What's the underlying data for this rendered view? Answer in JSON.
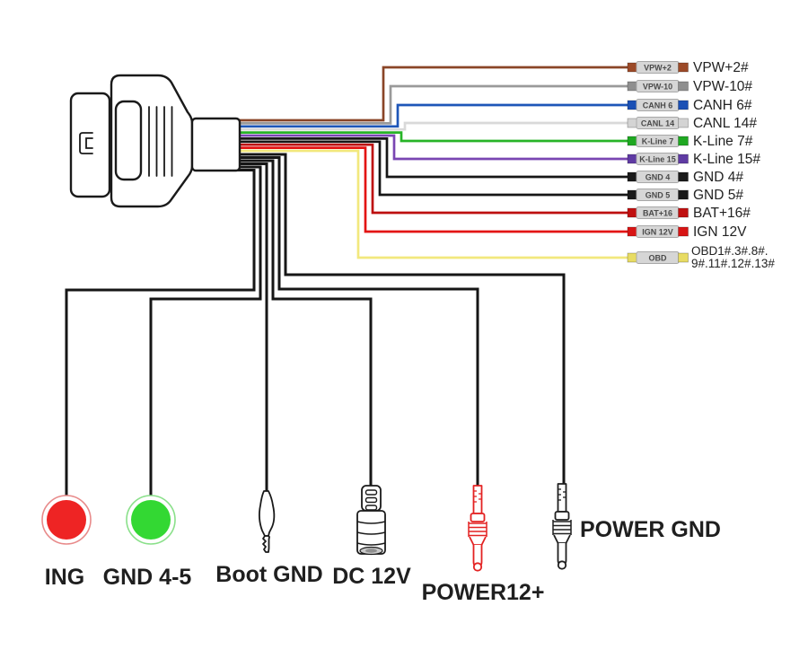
{
  "right_terminals": [
    {
      "sleeve_label": "VPW+2",
      "label": "VPW+2#",
      "crimp_color": "#9c4a28",
      "wire_color": "#8a4527"
    },
    {
      "sleeve_label": "VPW-10",
      "label": "VPW-10#",
      "crimp_color": "#8f8f8f",
      "wire_color": "#9a9a9a"
    },
    {
      "sleeve_label": "CANH 6",
      "label": "CANH 6#",
      "crimp_color": "#1b50b5",
      "wire_color": "#1e56b8"
    },
    {
      "sleeve_label": "CANL 14",
      "label": "CANL 14#",
      "crimp_color": "#d4d4d4",
      "wire_color": "#d9d9d9"
    },
    {
      "sleeve_label": "K-Line 7",
      "label": "K-Line 7#",
      "crimp_color": "#1fa822",
      "wire_color": "#27b427"
    },
    {
      "sleeve_label": "K-Line 15",
      "label": "K-Line 15#",
      "crimp_color": "#5f3ba3",
      "wire_color": "#7a46b2"
    },
    {
      "sleeve_label": "GND 4",
      "label": "GND 4#",
      "crimp_color": "#1a1a1a",
      "wire_color": "#161616"
    },
    {
      "sleeve_label": "GND 5",
      "label": "GND 5#",
      "crimp_color": "#1a1a1a",
      "wire_color": "#161616"
    },
    {
      "sleeve_label": "BAT+16",
      "label": "BAT+16#",
      "crimp_color": "#c01010",
      "wire_color": "#bd0f0f"
    },
    {
      "sleeve_label": "IGN 12V",
      "label": "IGN 12V",
      "crimp_color": "#d81414",
      "wire_color": "#e31414"
    },
    {
      "sleeve_label": "OBD",
      "label_line1": "OBD1#.3#.8#.",
      "label_line2": "9#.11#.12#.13#",
      "crimp_color": "#e8dc63",
      "wire_color": "#f2e87d"
    }
  ],
  "bottom_connectors": [
    {
      "label": "ING",
      "type": "round-jack",
      "color": "#ee2424",
      "ring_color": "#e88a8a"
    },
    {
      "label": "GND 4-5",
      "type": "round-jack",
      "color": "#33d833",
      "ring_color": "#8ae08a"
    },
    {
      "label": "Boot GND",
      "type": "alligator-clip",
      "color": "#1f1f1f"
    },
    {
      "label": "DC 12V",
      "type": "barrel-plug",
      "color": "#1f1f1f"
    },
    {
      "label": "POWER12+",
      "type": "banana-plug",
      "color": "#e32222"
    },
    {
      "label": "POWER GND",
      "type": "banana-plug",
      "color": "#1f1f1f"
    }
  ],
  "colors": {
    "harness_wire": "#161616",
    "outline": "#1a1a1a",
    "sleeve_fill": "#d6d6d6",
    "sleeve_text": "#4a4a4a",
    "label_text": "#1f1f1f"
  }
}
